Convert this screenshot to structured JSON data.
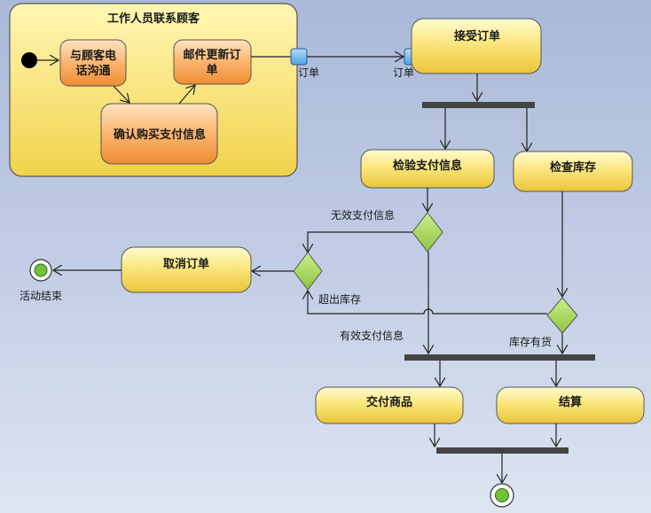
{
  "diagram": {
    "partition_title": "工作人员联系顾客",
    "actions": {
      "contact_line1": "与顾客电",
      "contact_line2": "话沟通",
      "email_line1": "邮件更新订",
      "email_line2": "单",
      "confirm": "确认购买支付信息",
      "accept": "接受订单",
      "verify": "检验支付信息",
      "inventory": "检查库存",
      "cancel": "取消订单",
      "deliver": "交付商品",
      "checkout": "结算"
    },
    "pins": {
      "out": "订单",
      "in": "订单"
    },
    "guards": {
      "invalid_payment": "无效支付信息",
      "out_of_stock": "超出库存",
      "valid_payment": "有效支付信息",
      "in_stock": "库存有货"
    },
    "final_label": "活动结束"
  },
  "colors": {
    "yellow_light": "#fdf3a6",
    "yellow_dark": "#ecc93a",
    "orange_light": "#fdd3a4",
    "orange_dark": "#f0943a",
    "decision": "#a8d85c",
    "pin": "#6fb6f2",
    "stroke": "#333333"
  }
}
